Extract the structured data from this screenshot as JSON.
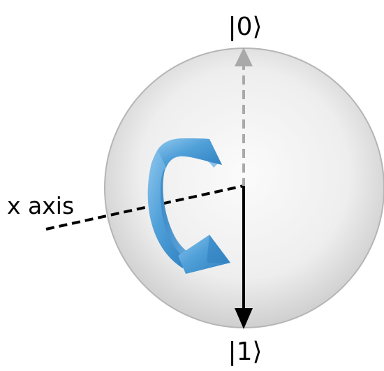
{
  "diagram": {
    "labels": {
      "ket_zero": "|0⟩",
      "ket_one": "|1⟩",
      "x_axis": "x axis"
    },
    "colors": {
      "sphere_fill_center": "#fbfbfb",
      "sphere_fill_edge": "#cfcfcf",
      "sphere_outline": "#b5b5b5",
      "upper_axis": "#a9a9a9",
      "lower_vector": "#000000",
      "x_axis": "#000000",
      "rotation_arrow": "#4f9fd8",
      "rotation_arrow_dark": "#2f7fc0",
      "rotation_arrow_light": "#8fc7ee"
    },
    "icons": [
      "rotation-arrow-icon"
    ]
  }
}
